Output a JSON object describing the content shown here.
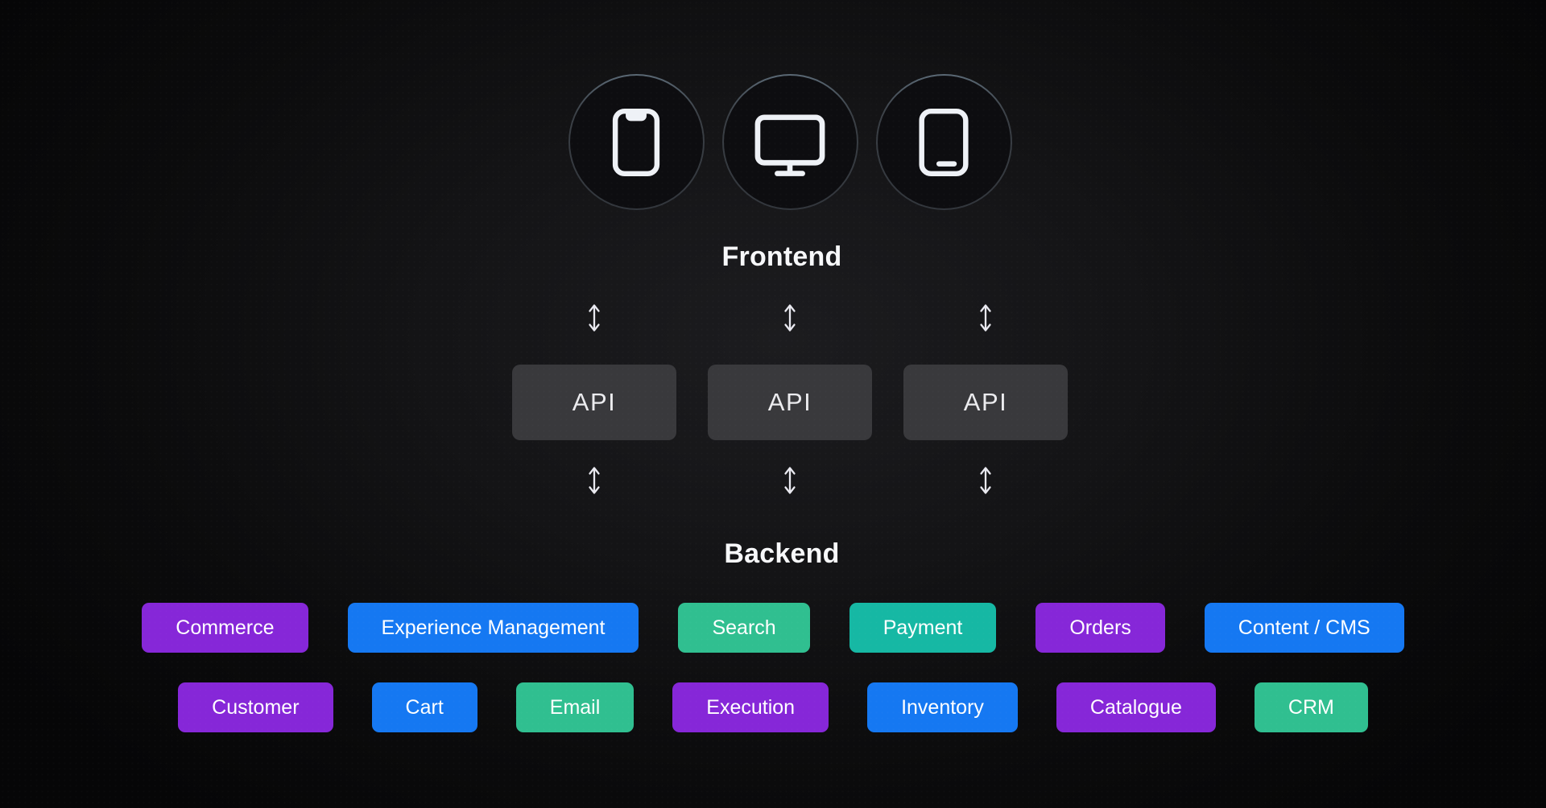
{
  "frontend": {
    "title": "Frontend",
    "devices": [
      {
        "icon": "smartphone-icon"
      },
      {
        "icon": "monitor-icon"
      },
      {
        "icon": "tablet-icon"
      }
    ]
  },
  "arrows": {
    "icon": "vertical-double-arrow-icon",
    "top_count": 3,
    "bottom_count": 3
  },
  "api": {
    "boxes": [
      {
        "label": "API"
      },
      {
        "label": "API"
      },
      {
        "label": "API"
      }
    ]
  },
  "backend": {
    "title": "Backend",
    "rows": [
      [
        {
          "label": "Commerce",
          "color": "purple"
        },
        {
          "label": "Experience Management",
          "color": "blue"
        },
        {
          "label": "Search",
          "color": "emerald"
        },
        {
          "label": "Payment",
          "color": "teal"
        },
        {
          "label": "Orders",
          "color": "purple"
        },
        {
          "label": "Content / CMS",
          "color": "blue"
        }
      ],
      [
        {
          "label": "Customer",
          "color": "purple"
        },
        {
          "label": "Cart",
          "color": "blue"
        },
        {
          "label": "Email",
          "color": "emerald"
        },
        {
          "label": "Execution",
          "color": "purple"
        },
        {
          "label": "Inventory",
          "color": "blue"
        },
        {
          "label": "Catalogue",
          "color": "purple"
        },
        {
          "label": "CRM",
          "color": "emerald"
        }
      ]
    ]
  },
  "palette": {
    "purple": "#8627d8",
    "blue": "#1578f2",
    "teal": "#16b8a4",
    "emerald": "#30bf90",
    "api_box": "#39393c",
    "icon_stroke": "#eef1f6",
    "arrow": "#e9e9f0",
    "heading_text": "#f7f8fa"
  }
}
